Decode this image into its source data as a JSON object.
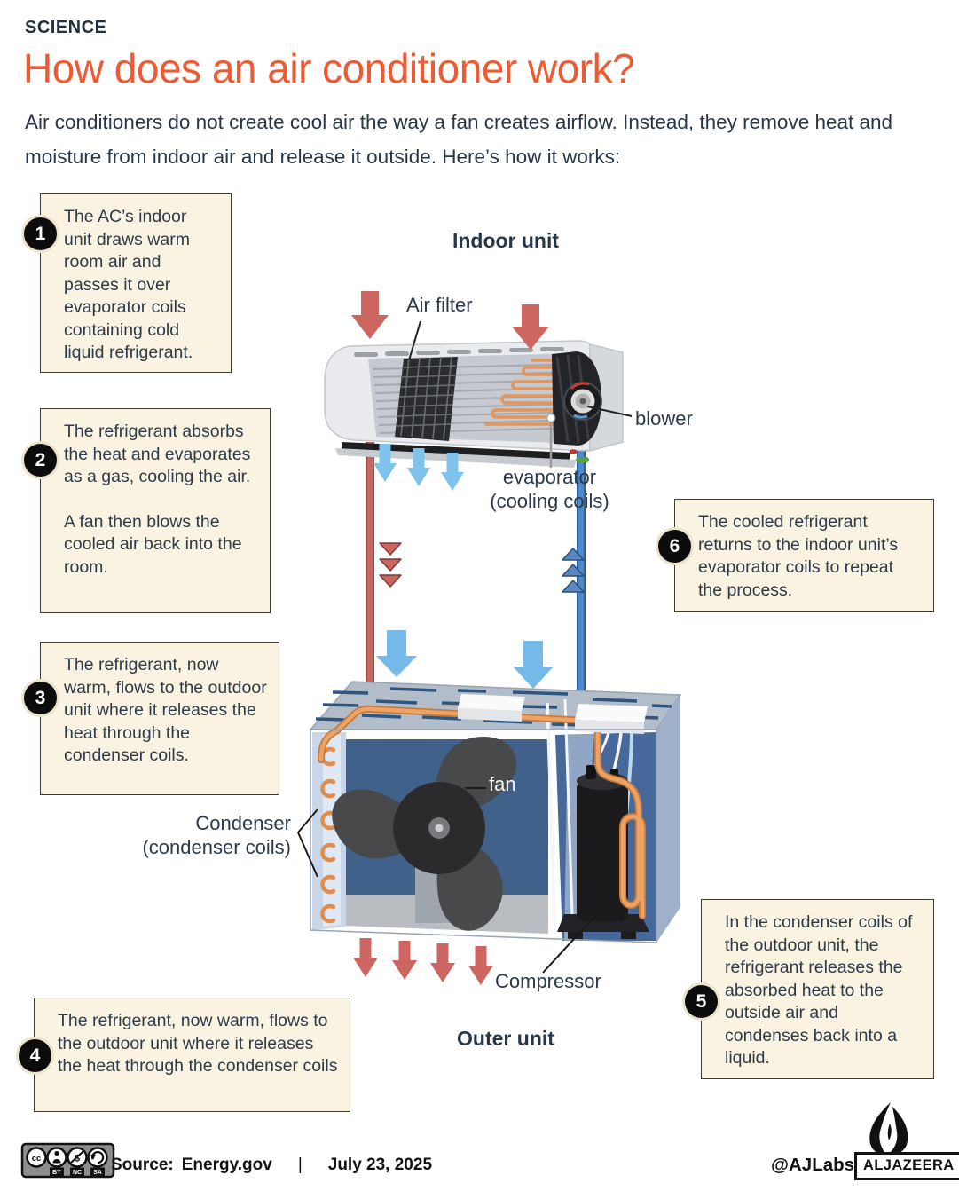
{
  "header": {
    "kicker": "SCIENCE",
    "title": "How does an air conditioner work?",
    "intro": "Air conditioners do not create cool air the way a fan creates airflow. Instead, they remove heat and moisture from indoor air and release it outside. Here’s how it works:"
  },
  "steps": [
    {
      "num": "1",
      "text": "The AC’s indoor unit draws warm room air and passes it over evaporator coils containing cold liquid refrigerant."
    },
    {
      "num": "2",
      "text": "The refrigerant absorbs the heat and evaporates as a gas, cooling the air.",
      "text2": "A fan then blows the cooled air back into the room."
    },
    {
      "num": "3",
      "text": "The refrigerant, now warm, flows to the outdoor unit where it releases the heat through the condenser coils."
    },
    {
      "num": "4",
      "text": "The refrigerant, now warm, flows to the outdoor unit where it releases the heat through the condenser coils"
    },
    {
      "num": "5",
      "text": "In the condenser coils of the outdoor unit, the refrigerant releases the absorbed heat to the outside air and condenses back into a liquid."
    },
    {
      "num": "6",
      "text": "The cooled refrigerant returns to the indoor unit’s evaporator coils to repeat the process."
    }
  ],
  "diagram": {
    "indoor_unit_label": "Indoor unit",
    "air_filter_label": "Air filter",
    "blower_label": "blower",
    "evaporator_label_line1": "evaporator",
    "evaporator_label_line2": "(cooling coils)",
    "fan_label": "fan",
    "condenser_label_line1": "Condenser",
    "condenser_label_line2": "(condenser coils)",
    "compressor_label": "Compressor",
    "outer_unit_label": "Outer unit"
  },
  "footer": {
    "license": {
      "cc": "cc",
      "by": "BY",
      "nc": "NC",
      "sa": "SA"
    },
    "source_label": "Source:",
    "source_value": "Energy.gov",
    "separator": "|",
    "date": "July 23, 2025",
    "credit": "@AJLabs",
    "brand": "ALJAZEERA"
  },
  "colors": {
    "accent_orange": "#ee5a33",
    "navy_text": "#273747",
    "box_cream": "#faf3e1",
    "warm_red": "#cd6561",
    "cool_blue": "#74b9e7",
    "pipe_red": "#c66761",
    "pipe_blue": "#4e8ac8",
    "coil_orange": "#e2965b",
    "unit_navy_panel": "#3f618a"
  }
}
